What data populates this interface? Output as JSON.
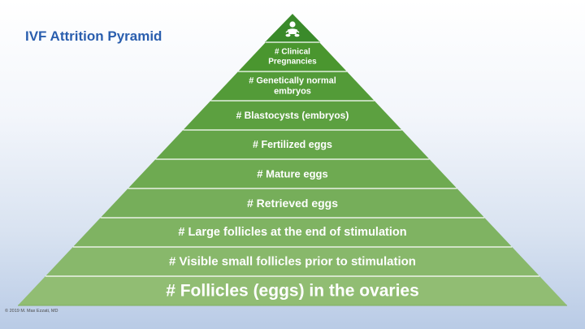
{
  "slide": {
    "title": "IVF Attrition Pyramid",
    "copyright": "© 2019 M. Max Ezzati, MD"
  },
  "pyramid": {
    "apex_icon": "baby-icon",
    "colors": {
      "apex": "#3a8a2a",
      "top": "#4a962f",
      "bottom": "#91bd73",
      "divider": "#ffffff",
      "text": "#ffffff"
    },
    "layers": [
      {
        "label_lines": [
          "# Clinical",
          "Pregnancies"
        ]
      },
      {
        "label_lines": [
          "# Genetically normal",
          "embryos"
        ]
      },
      {
        "label_lines": [
          "# Blastocysts (embryos)"
        ]
      },
      {
        "label_lines": [
          "# Fertilized eggs"
        ]
      },
      {
        "label_lines": [
          "# Mature eggs"
        ]
      },
      {
        "label_lines": [
          "# Retrieved eggs"
        ]
      },
      {
        "label_lines": [
          "# Large follicles at the end of stimulation"
        ]
      },
      {
        "label_lines": [
          "# Visible small follicles prior to stimulation"
        ]
      },
      {
        "label_lines": [
          "# Follicles (eggs) in the ovaries"
        ]
      }
    ]
  }
}
